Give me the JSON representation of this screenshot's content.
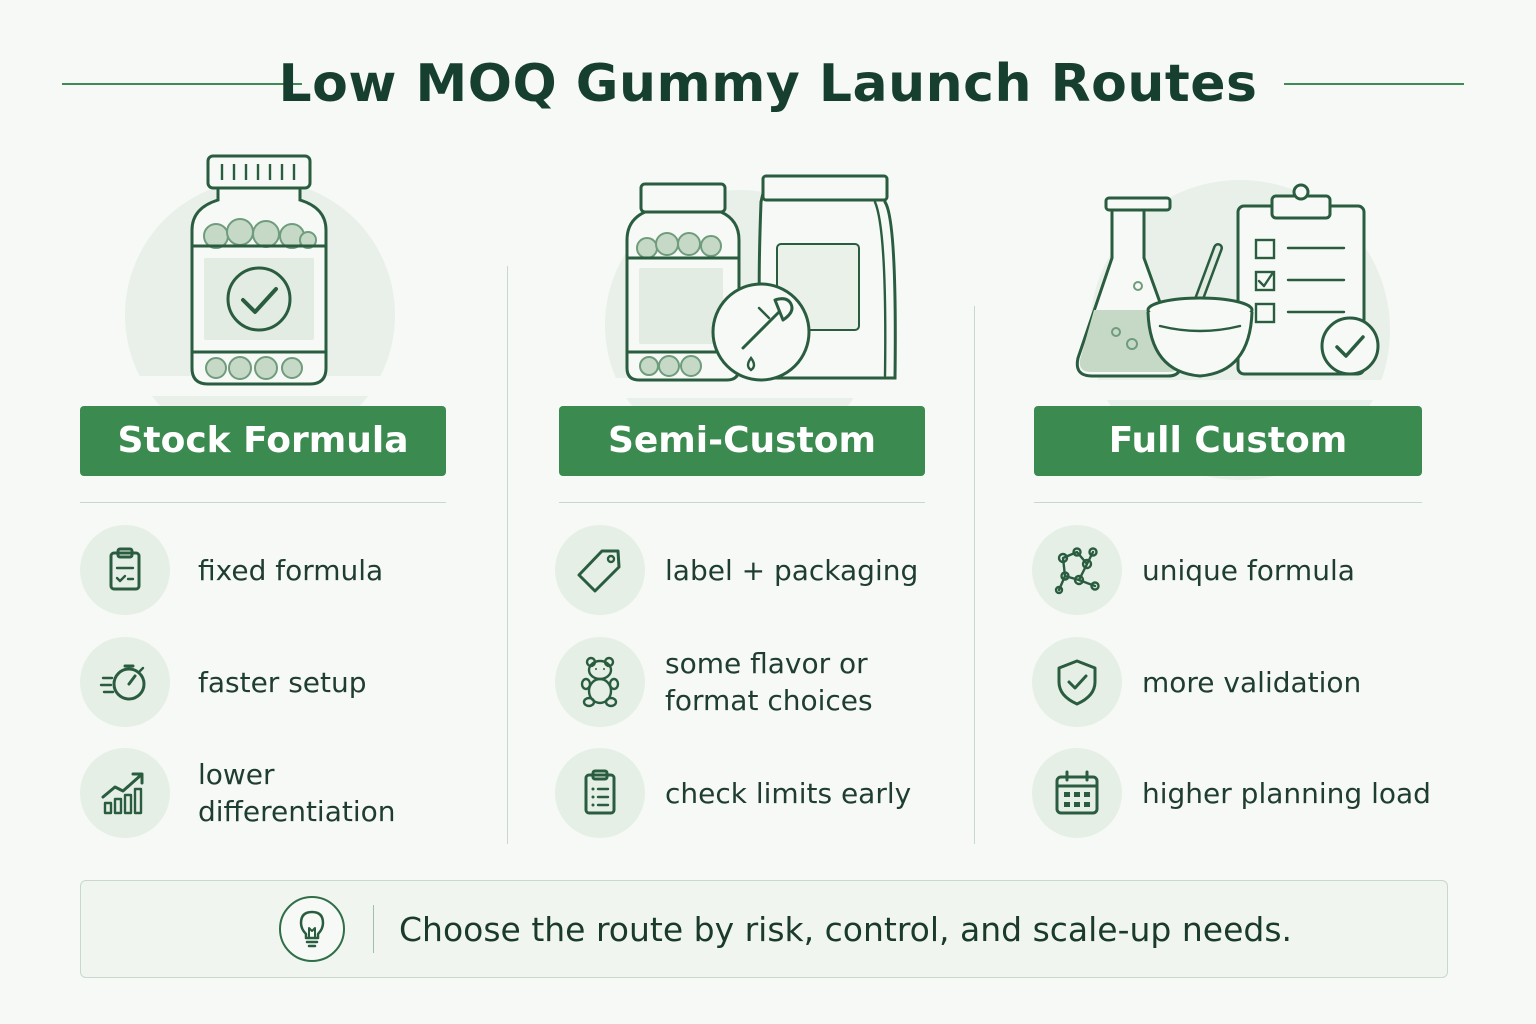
{
  "title": "Low MOQ Gummy Launch Routes",
  "colors": {
    "accent": "#3b8a4f",
    "dark_text": "#163f30",
    "icon_stroke": "#2a5c40",
    "background": "#f6f9f5",
    "icon_background": "#e6efe6"
  },
  "routes": [
    {
      "name": "Stock Formula",
      "illustration": "gummy-jar-check-illustration",
      "items": [
        {
          "icon": "clipboard-check-icon",
          "text": "fixed formula"
        },
        {
          "icon": "stopwatch-speed-icon",
          "text": "faster setup"
        },
        {
          "icon": "growth-chart-icon",
          "text": "lower differentiation"
        }
      ]
    },
    {
      "name": "Semi-Custom",
      "illustration": "jar-pouch-dropper-illustration",
      "items": [
        {
          "icon": "tag-icon",
          "text": "label + packaging"
        },
        {
          "icon": "gummy-bear-icon",
          "text": "some flavor or\nformat choices"
        },
        {
          "icon": "checklist-clipboard-icon",
          "text": "check limits early"
        }
      ]
    },
    {
      "name": "Full Custom",
      "illustration": "flask-mortar-clipboard-illustration",
      "items": [
        {
          "icon": "molecule-icon",
          "text": "unique formula"
        },
        {
          "icon": "shield-check-icon",
          "text": "more validation"
        },
        {
          "icon": "calendar-icon",
          "text": "higher planning load"
        }
      ]
    }
  ],
  "footer": {
    "icon": "lightbulb-icon",
    "text": "Choose the route by risk, control, and scale-up needs."
  }
}
